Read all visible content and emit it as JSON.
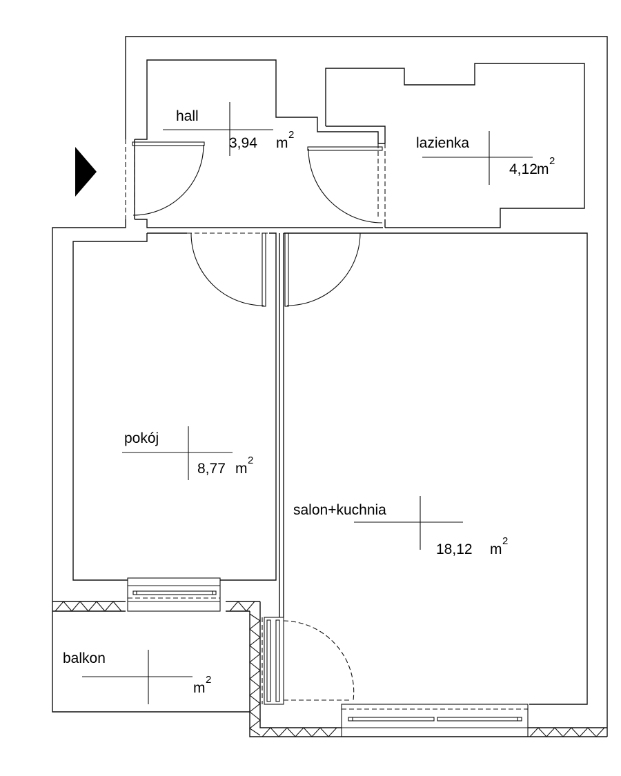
{
  "rooms": {
    "hall": {
      "name": "hall",
      "area": "3,94",
      "unit": "m"
    },
    "lazienka": {
      "name": "lazienka",
      "area": "4,12",
      "unit": "m"
    },
    "pokoj": {
      "name": "pokój",
      "area": "8,77",
      "unit": "m"
    },
    "salon": {
      "name": "salon+kuchnia",
      "area": "18,12",
      "unit": "m"
    },
    "balkon": {
      "name": "balkon",
      "area": "",
      "unit": "m"
    }
  },
  "exponent": "2",
  "colors": {
    "line": "#111111",
    "background": "#ffffff",
    "entrance_marker": "#000000"
  }
}
